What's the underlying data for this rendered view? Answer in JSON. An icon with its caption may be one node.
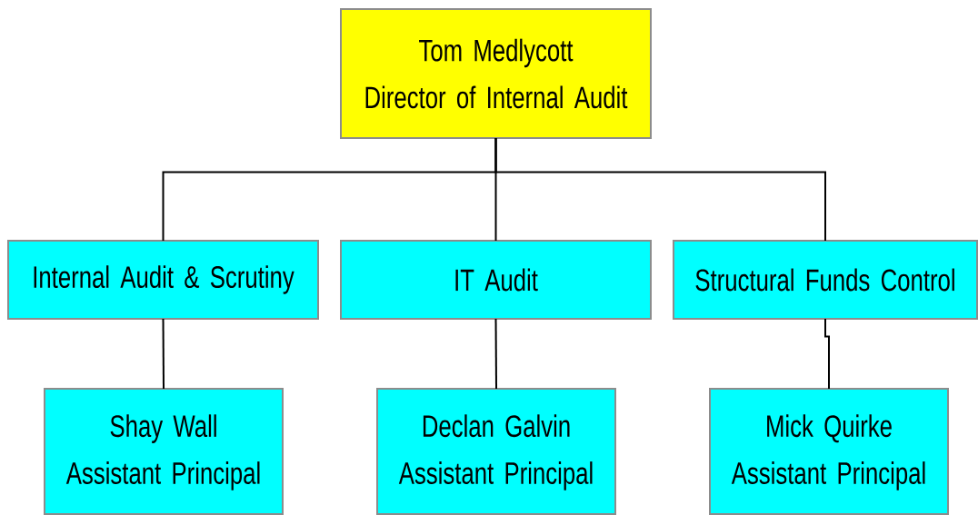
{
  "diagram": {
    "nodes": [
      {
        "text": [
          "Tom Medlycott",
          "Director of Internal Audit"
        ]
      },
      {
        "text": [
          "Internal Audit & Scrutiny"
        ]
      },
      {
        "text": [
          "IT Audit"
        ]
      },
      {
        "text": [
          "Structural Funds Control"
        ]
      },
      {
        "text": [
          "Shay Wall",
          "Assistant Principal"
        ]
      },
      {
        "text": [
          "Declan Galvin",
          "Assistant Principal"
        ]
      },
      {
        "text": [
          "Mick Quirke",
          "Assistant Principal"
        ]
      }
    ],
    "edges": [
      {
        "from": 0,
        "to": 1,
        "arrow": "none"
      },
      {
        "from": 0,
        "to": 2,
        "arrow": "none"
      },
      {
        "from": 0,
        "to": 3,
        "arrow": "none"
      },
      {
        "from": 1,
        "to": 4,
        "arrow": "none"
      },
      {
        "from": 2,
        "to": 5,
        "arrow": "none"
      },
      {
        "from": 3,
        "to": 6,
        "arrow": "none"
      }
    ]
  }
}
